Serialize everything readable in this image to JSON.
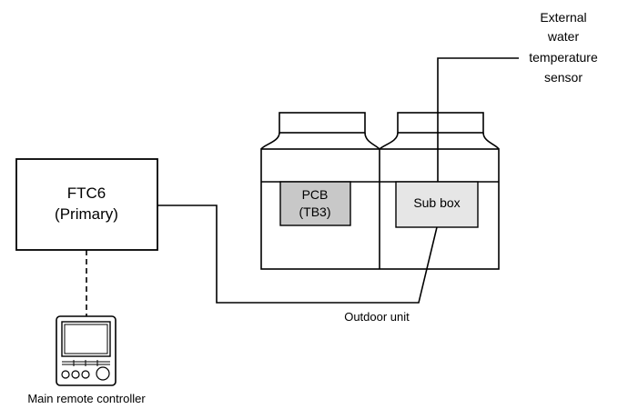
{
  "ftc": {
    "line1": "FTC6",
    "line2": "(Primary)"
  },
  "pcb": {
    "line1": "PCB",
    "line2": "(TB3)"
  },
  "sub_box": {
    "label": "Sub box"
  },
  "outdoor_unit": {
    "label": "Outdoor unit"
  },
  "sensor": {
    "line1": "External",
    "line2": "water",
    "line3": "temperature",
    "line4": "sensor"
  },
  "controller": {
    "label": "Main remote controller"
  },
  "colors": {
    "pcb_fill": "#c8c8c8",
    "sub_box_fill": "#e6e6e6",
    "line": "#000000"
  }
}
